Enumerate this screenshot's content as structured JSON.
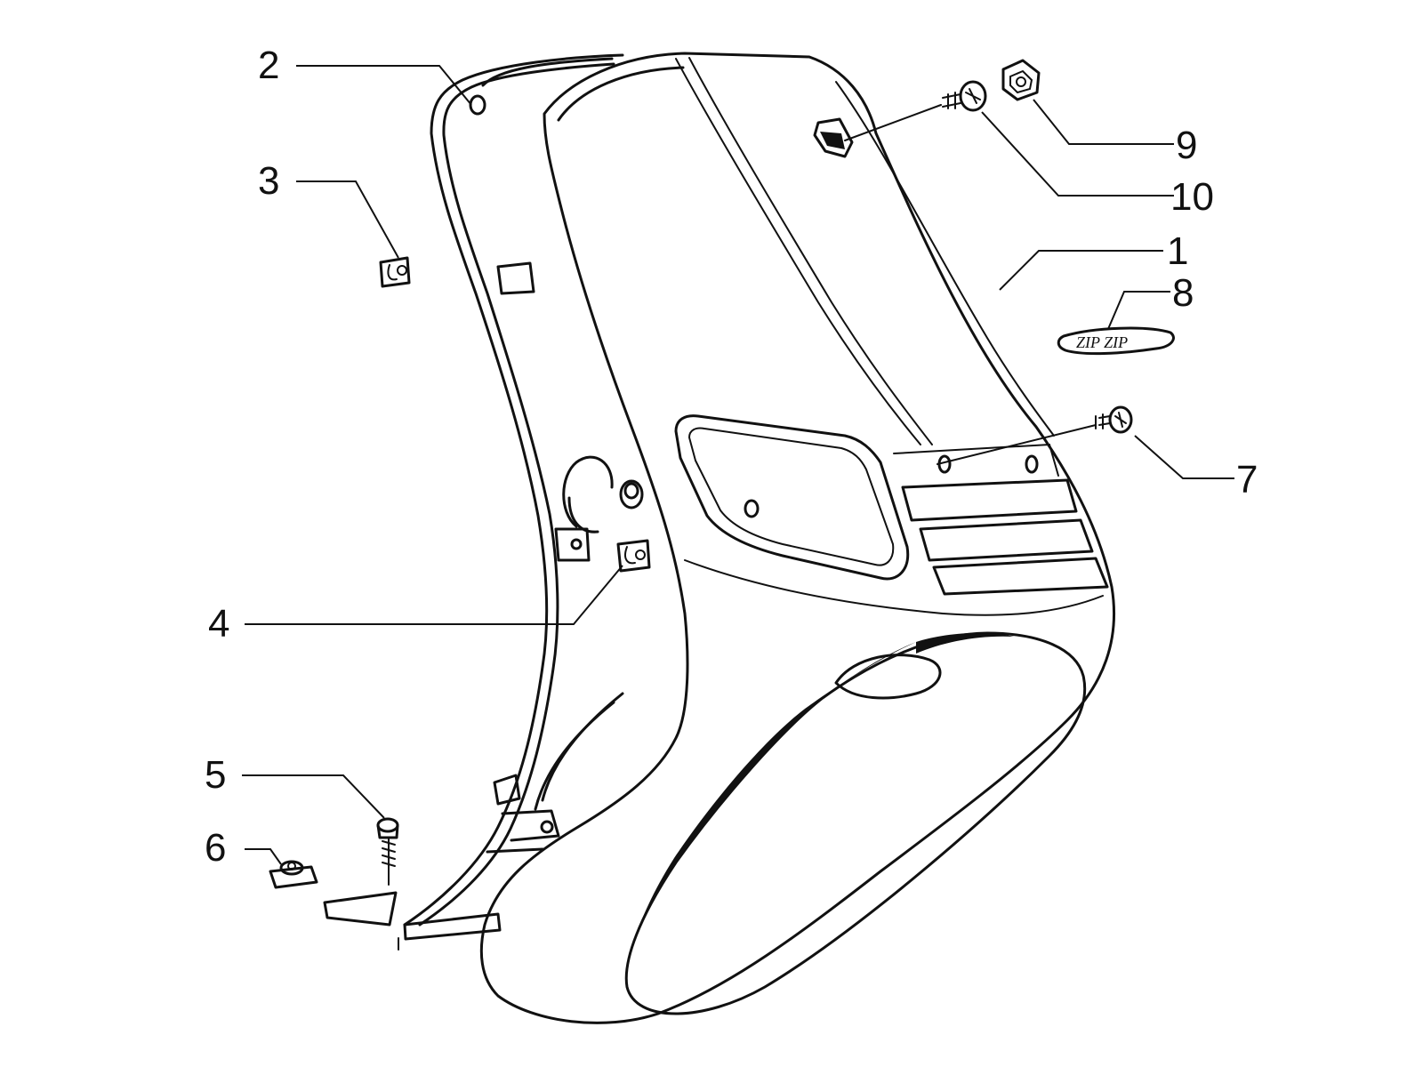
{
  "callouts": [
    {
      "id": "1",
      "label": "1"
    },
    {
      "id": "2",
      "label": "2"
    },
    {
      "id": "3",
      "label": "3"
    },
    {
      "id": "4",
      "label": "4"
    },
    {
      "id": "5",
      "label": "5"
    },
    {
      "id": "6",
      "label": "6"
    },
    {
      "id": "7",
      "label": "7"
    },
    {
      "id": "8",
      "label": "8"
    },
    {
      "id": "9",
      "label": "9"
    },
    {
      "id": "10",
      "label": "10"
    }
  ],
  "badge_text": "ZIP ZIP",
  "colors": {
    "ink": "#111111",
    "paper": "#ffffff"
  }
}
